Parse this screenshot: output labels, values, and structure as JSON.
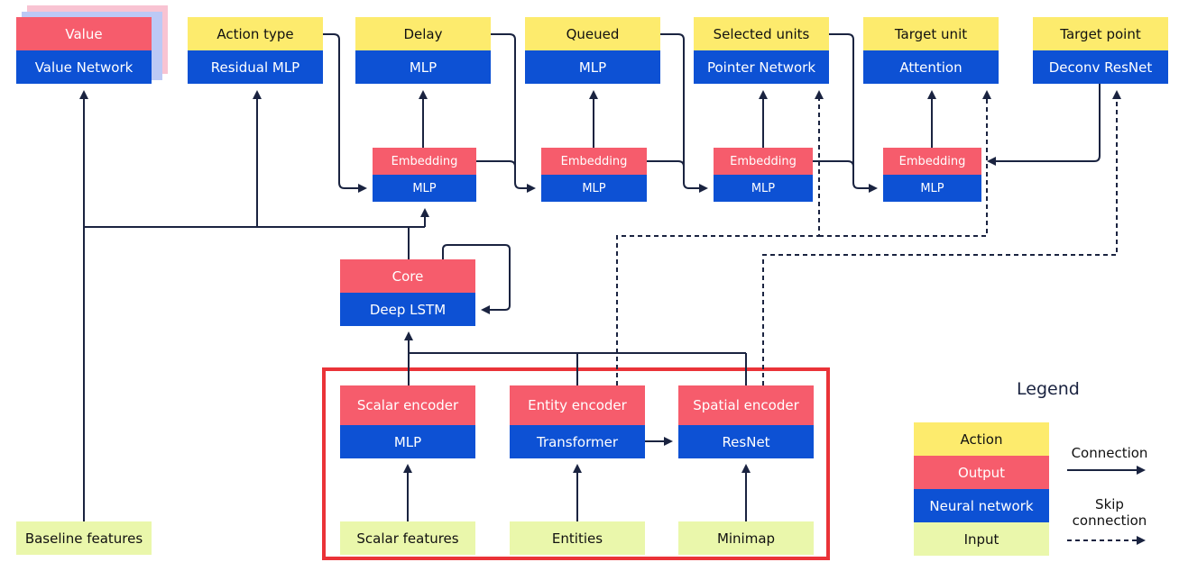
{
  "top_heads": {
    "value": {
      "output": "Value",
      "network": "Value Network"
    },
    "action_type": {
      "action": "Action type",
      "network": "Residual MLP"
    },
    "delay": {
      "action": "Delay",
      "network": "MLP"
    },
    "queued": {
      "action": "Queued",
      "network": "MLP"
    },
    "selected_units": {
      "action": "Selected units",
      "network": "Pointer Network"
    },
    "target_unit": {
      "action": "Target unit",
      "network": "Attention"
    },
    "target_point": {
      "action": "Target point",
      "network": "Deconv ResNet"
    }
  },
  "embeddings": [
    {
      "output": "Embedding",
      "network": "MLP"
    },
    {
      "output": "Embedding",
      "network": "MLP"
    },
    {
      "output": "Embedding",
      "network": "MLP"
    },
    {
      "output": "Embedding",
      "network": "MLP"
    }
  ],
  "core": {
    "output": "Core",
    "network": "Deep LSTM"
  },
  "encoders": [
    {
      "output": "Scalar encoder",
      "network": "MLP",
      "input": "Scalar features"
    },
    {
      "output": "Entity encoder",
      "network": "Transformer",
      "input": "Entities"
    },
    {
      "output": "Spatial encoder",
      "network": "ResNet",
      "input": "Minimap"
    }
  ],
  "baseline": {
    "input": "Baseline features"
  },
  "legend": {
    "title": "Legend",
    "action": "Action",
    "output": "Output",
    "neural_network": "Neural network",
    "input": "Input",
    "connection": "Connection",
    "skip_connection_1": "Skip",
    "skip_connection_2": "connection"
  },
  "colors": {
    "action": "#fdeb6d",
    "output": "#f65c6c",
    "neural_network": "#0d51d4",
    "input": "#eaf7ab",
    "arrow": "#1a2340",
    "highlight": "#ea3338"
  }
}
